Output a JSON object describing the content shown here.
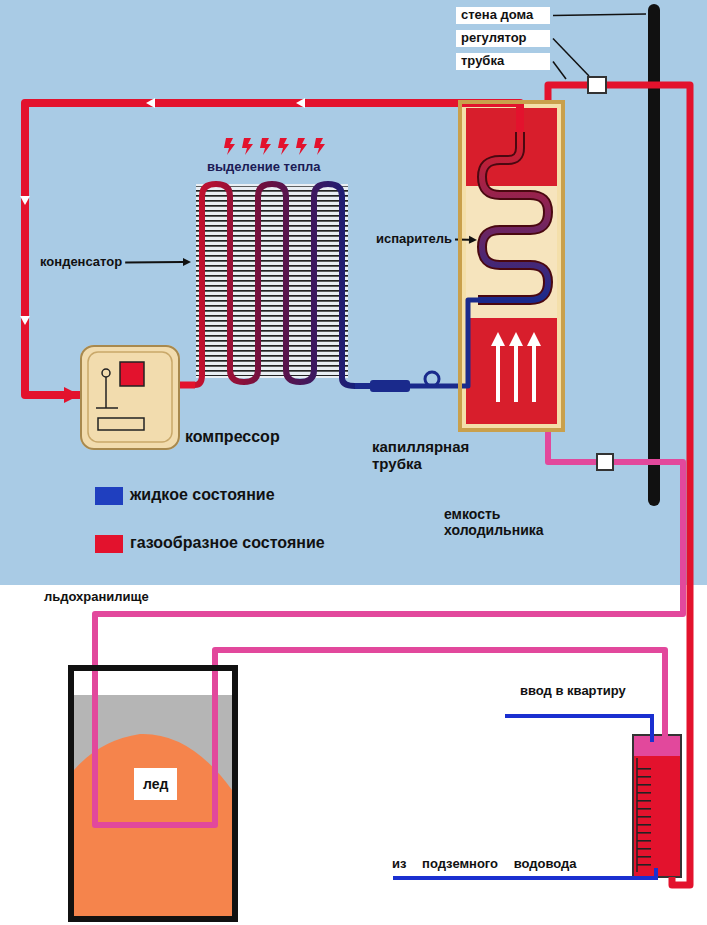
{
  "diagram": {
    "nodes": [
      {
        "text": [
          "компрессор"
        ]
      },
      {
        "text": [
          "конденсатор"
        ]
      },
      {
        "text": [
          "капиллярная трубка"
        ]
      },
      {
        "text": [
          "емкость холодильника"
        ]
      },
      {
        "text": [
          "испаритель"
        ],
        "in": 3
      },
      {
        "text": [
          "регулятор"
        ]
      },
      {
        "text": [
          "льдохранилище"
        ]
      },
      {
        "text": [
          "лед"
        ],
        "in": 6
      }
    ],
    "edges": [
      {
        "from": 0,
        "to": 1,
        "arrow": "none"
      },
      {
        "from": 1,
        "to": 2,
        "arrow": "none"
      },
      {
        "from": 2,
        "to": 4,
        "arrow": "none"
      },
      {
        "from": 4,
        "to": 0,
        "arrow": "to"
      },
      {
        "from": 3,
        "to": 5,
        "arrow": "none"
      },
      {
        "from": 3,
        "to": 6,
        "arrow": "none"
      }
    ],
    "labels": [
      "стена дома",
      "трубка",
      "выделение тепла",
      "ввод в квартиру",
      "из подземного водовода"
    ],
    "legend": [
      {
        "text": "жидкое состояние",
        "color": "#1f3fbf"
      },
      {
        "text": "газообразное состояние",
        "color": "#e3122d"
      }
    ]
  }
}
